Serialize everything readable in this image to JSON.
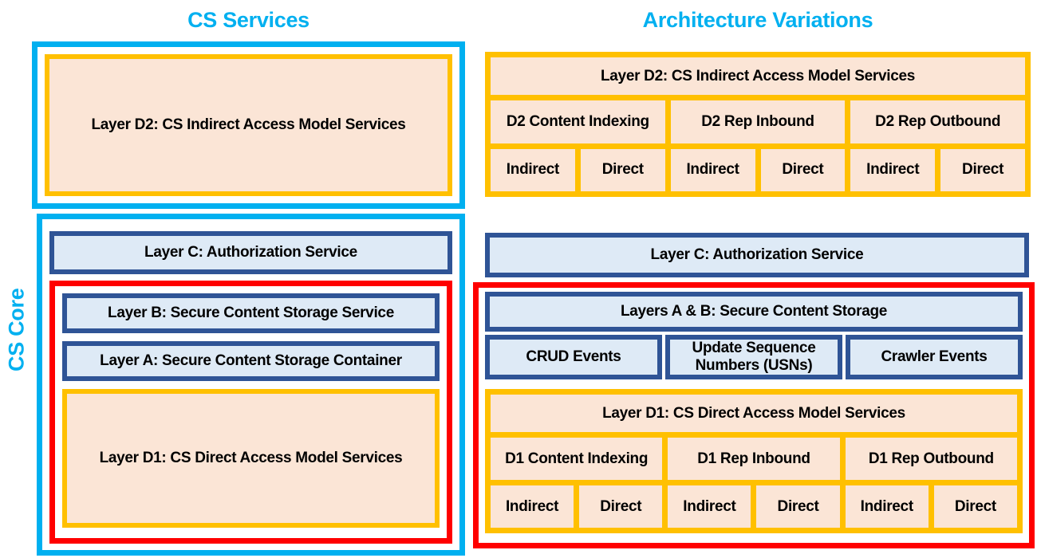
{
  "colors": {
    "cyan": "#00B0F0",
    "gold": "#FFC000",
    "red": "#FF0000",
    "peach_fill": "#FBE5D6",
    "light_blue_fill": "#DEEAF6",
    "dark_blue_border": "#2F5496",
    "text": "#000000"
  },
  "left": {
    "title": "CS Services",
    "core_label": "CS Core",
    "d2_label": "Layer D2: CS Indirect Access Model Services",
    "layer_c": "Layer C: Authorization Service",
    "layer_b": "Layer B: Secure Content Storage Service",
    "layer_a": "Layer A: Secure Content Storage Container",
    "d1_label": "Layer D1: CS Direct Access Model Services"
  },
  "right": {
    "title": "Architecture Variations",
    "d2": {
      "header": "Layer D2: CS Indirect Access Model Services",
      "services": [
        "D2 Content Indexing",
        "D2 Rep Inbound",
        "D2 Rep Outbound"
      ],
      "modes": [
        "Indirect",
        "Direct",
        "Indirect",
        "Direct",
        "Indirect",
        "Direct"
      ]
    },
    "layer_c": "Layer C: Authorization Service",
    "ab": {
      "header": "Layers A & B: Secure Content Storage",
      "cells": [
        "CRUD Events",
        "Update Sequence Numbers (USNs)",
        "Crawler Events"
      ]
    },
    "d1": {
      "header": "Layer D1: CS Direct Access Model Services",
      "services": [
        "D1 Content Indexing",
        "D1 Rep Inbound",
        "D1 Rep Outbound"
      ],
      "modes": [
        "Indirect",
        "Direct",
        "Indirect",
        "Direct",
        "Indirect",
        "Direct"
      ]
    }
  }
}
